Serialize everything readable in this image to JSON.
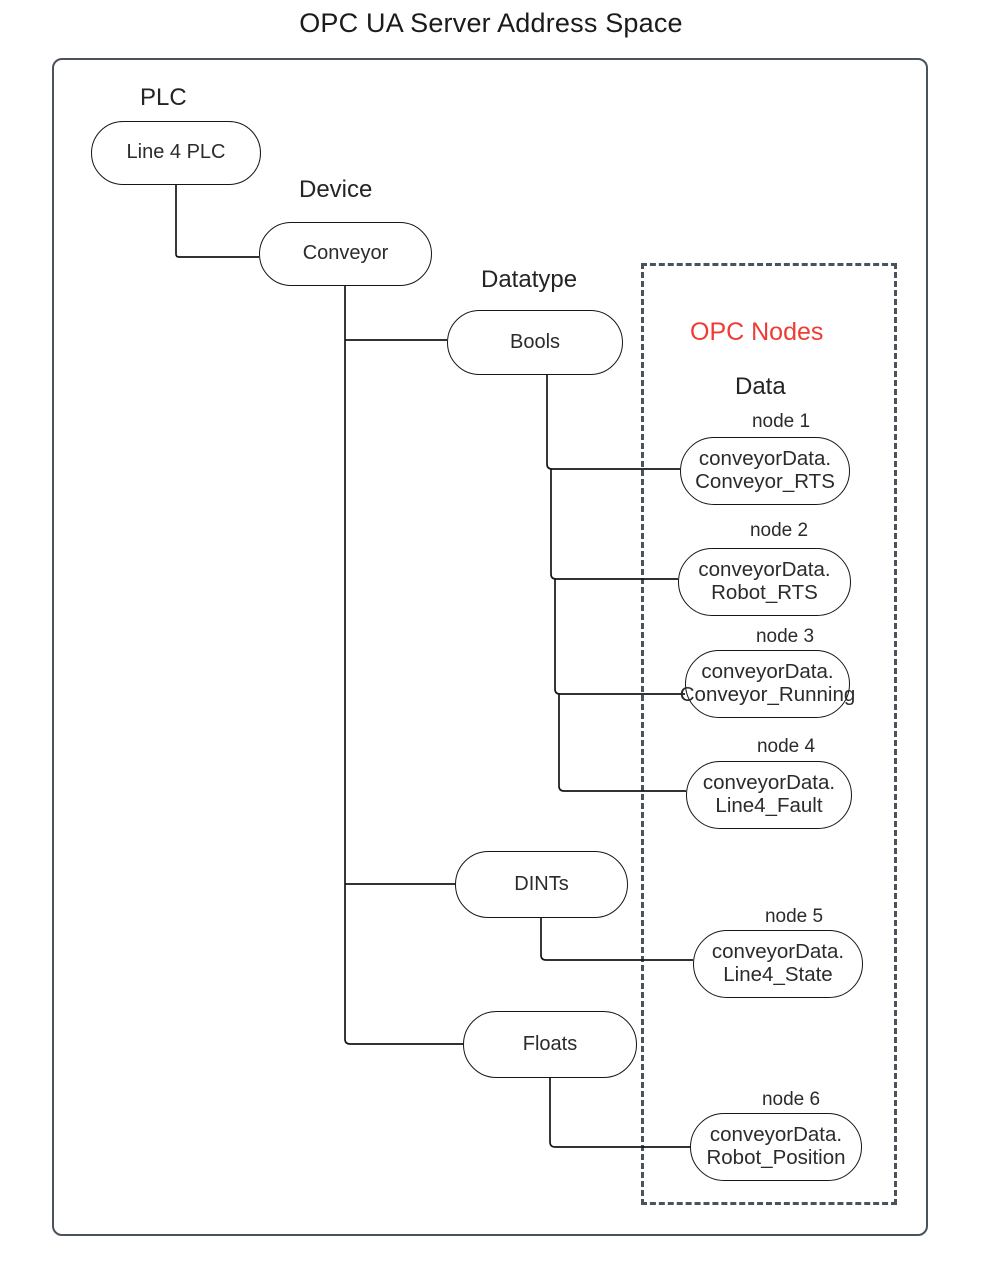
{
  "title": "OPC UA Server Address Space",
  "colors": {
    "accent_red": "#ee3b33",
    "frame": "#4a525c",
    "node_stroke": "#161616",
    "text": "#242424"
  },
  "captions": {
    "plc": "PLC",
    "device": "Device",
    "datatype": "Datatype",
    "opc_nodes": "OPC Nodes",
    "data": "Data"
  },
  "tree": {
    "plc": {
      "label": "Line 4 PLC"
    },
    "device": {
      "label": "Conveyor"
    },
    "datatypes": [
      {
        "label": "Bools"
      },
      {
        "label": "DINTs"
      },
      {
        "label": "Floats"
      }
    ]
  },
  "nodes": [
    {
      "caption": "node 1",
      "line1": "conveyorData.",
      "line2": "Conveyor_RTS"
    },
    {
      "caption": "node 2",
      "line1": "conveyorData.",
      "line2": "Robot_RTS"
    },
    {
      "caption": "node 3",
      "line1": "conveyorData.",
      "line2": "Conveyor_Running"
    },
    {
      "caption": "node 4",
      "line1": "conveyorData.",
      "line2": "Line4_Fault"
    },
    {
      "caption": "node 5",
      "line1": "conveyorData.",
      "line2": "Line4_State"
    },
    {
      "caption": "node 6",
      "line1": "conveyorData.",
      "line2": "Robot_Position"
    }
  ]
}
